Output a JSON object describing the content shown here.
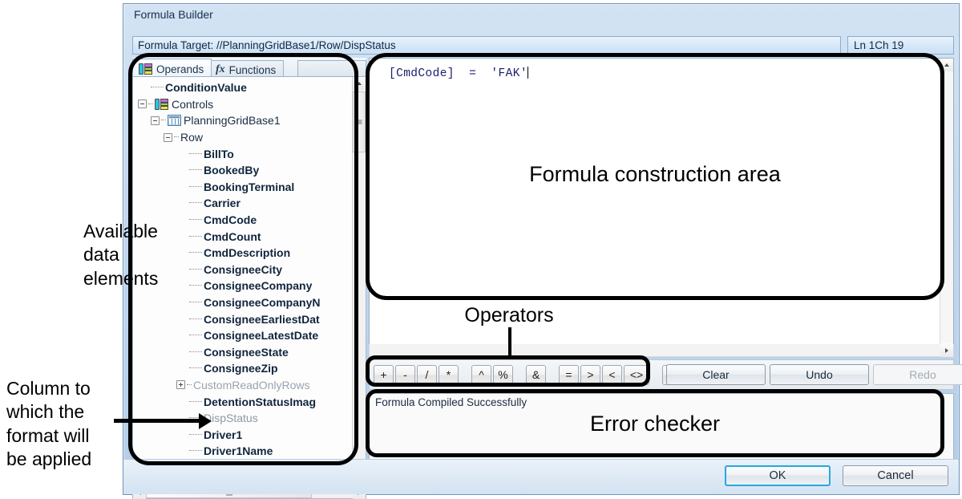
{
  "window": {
    "title": "Formula Builder",
    "formula_target_label": "Formula Target: //PlanningGridBase1/Row/DispStatus",
    "cursor_position": "Ln 1Ch 19"
  },
  "tabs": [
    {
      "label": "Operands",
      "icon": "operands-bars-icon",
      "active": true
    },
    {
      "label": "Functions",
      "icon": "fx-icon",
      "active": false
    }
  ],
  "tree": {
    "items": [
      {
        "label": "ConditionValue",
        "indent": 1,
        "style": "bold",
        "expander": "none",
        "icon": "none"
      },
      {
        "label": "Controls",
        "indent": 0,
        "style": "plain",
        "expander": "minus",
        "icon": "operands-bars-icon"
      },
      {
        "label": "PlanningGridBase1",
        "indent": 1,
        "style": "plain",
        "expander": "minus",
        "icon": "grid-icon"
      },
      {
        "label": "Row",
        "indent": 2,
        "style": "plain",
        "expander": "minus",
        "icon": "none"
      },
      {
        "label": "BillTo",
        "indent": 4,
        "style": "bold",
        "expander": "none",
        "icon": "none"
      },
      {
        "label": "BookedBy",
        "indent": 4,
        "style": "bold",
        "expander": "none",
        "icon": "none"
      },
      {
        "label": "BookingTerminal",
        "indent": 4,
        "style": "bold",
        "expander": "none",
        "icon": "none"
      },
      {
        "label": "Carrier",
        "indent": 4,
        "style": "bold",
        "expander": "none",
        "icon": "none"
      },
      {
        "label": "CmdCode",
        "indent": 4,
        "style": "bold",
        "expander": "none",
        "icon": "none"
      },
      {
        "label": "CmdCount",
        "indent": 4,
        "style": "bold",
        "expander": "none",
        "icon": "none"
      },
      {
        "label": "CmdDescription",
        "indent": 4,
        "style": "bold",
        "expander": "none",
        "icon": "none"
      },
      {
        "label": "ConsigneeCity",
        "indent": 4,
        "style": "bold",
        "expander": "none",
        "icon": "none"
      },
      {
        "label": "ConsigneeCompany",
        "indent": 4,
        "style": "bold",
        "expander": "none",
        "icon": "none"
      },
      {
        "label": "ConsigneeCompanyN",
        "indent": 4,
        "style": "bold",
        "expander": "none",
        "icon": "none"
      },
      {
        "label": "ConsigneeEarliestDat",
        "indent": 4,
        "style": "bold",
        "expander": "none",
        "icon": "none"
      },
      {
        "label": "ConsigneeLatestDate",
        "indent": 4,
        "style": "bold",
        "expander": "none",
        "icon": "none"
      },
      {
        "label": "ConsigneeState",
        "indent": 4,
        "style": "bold",
        "expander": "none",
        "icon": "none"
      },
      {
        "label": "ConsigneeZip",
        "indent": 4,
        "style": "bold",
        "expander": "none",
        "icon": "none"
      },
      {
        "label": "CustomReadOnlyRows",
        "indent": 3,
        "style": "muted",
        "expander": "plus",
        "icon": "none"
      },
      {
        "label": "DetentionStatusImag",
        "indent": 4,
        "style": "bold",
        "expander": "none",
        "icon": "none"
      },
      {
        "label": "DispStatus",
        "indent": 4,
        "style": "dim",
        "expander": "none",
        "icon": "none"
      },
      {
        "label": "Driver1",
        "indent": 4,
        "style": "bold",
        "expander": "none",
        "icon": "none"
      },
      {
        "label": "Driver1Name",
        "indent": 4,
        "style": "bold",
        "expander": "none",
        "icon": "none"
      }
    ]
  },
  "formula": {
    "text": "[CmdCode]  =  'FAK'"
  },
  "operators": [
    {
      "label": "+",
      "wide": false
    },
    {
      "label": "-",
      "wide": false
    },
    {
      "label": "/",
      "wide": false
    },
    {
      "label": "*",
      "wide": false
    },
    {
      "label": "^",
      "wide": false
    },
    {
      "label": "%",
      "wide": false
    },
    {
      "label": "&",
      "wide": false
    },
    {
      "label": "=",
      "wide": false
    },
    {
      "label": ">",
      "wide": false
    },
    {
      "label": "<",
      "wide": false
    },
    {
      "label": "<>",
      "wide": true
    },
    {
      "label": "(",
      "wide": false
    },
    {
      "label": ")",
      "wide": false
    }
  ],
  "commands": {
    "clear": "Clear",
    "undo": "Undo",
    "redo": "Redo"
  },
  "error_checker": {
    "message": "Formula Compiled Successfully"
  },
  "dialog_buttons": {
    "ok": "OK",
    "cancel": "Cancel"
  },
  "annotations": {
    "available_data_elements": "Available\ndata\nelements",
    "column_note": "Column to\nwhich the\nformat will\nbe applied",
    "formula_construction_area": "Formula construction area",
    "operators": "Operators",
    "error_checker": "Error checker"
  },
  "colors": {
    "window_chrome": "#b4cde7",
    "focus_accent": "#27a8e0",
    "annotation": "#000000",
    "formula_text": "#1c1c6e"
  }
}
